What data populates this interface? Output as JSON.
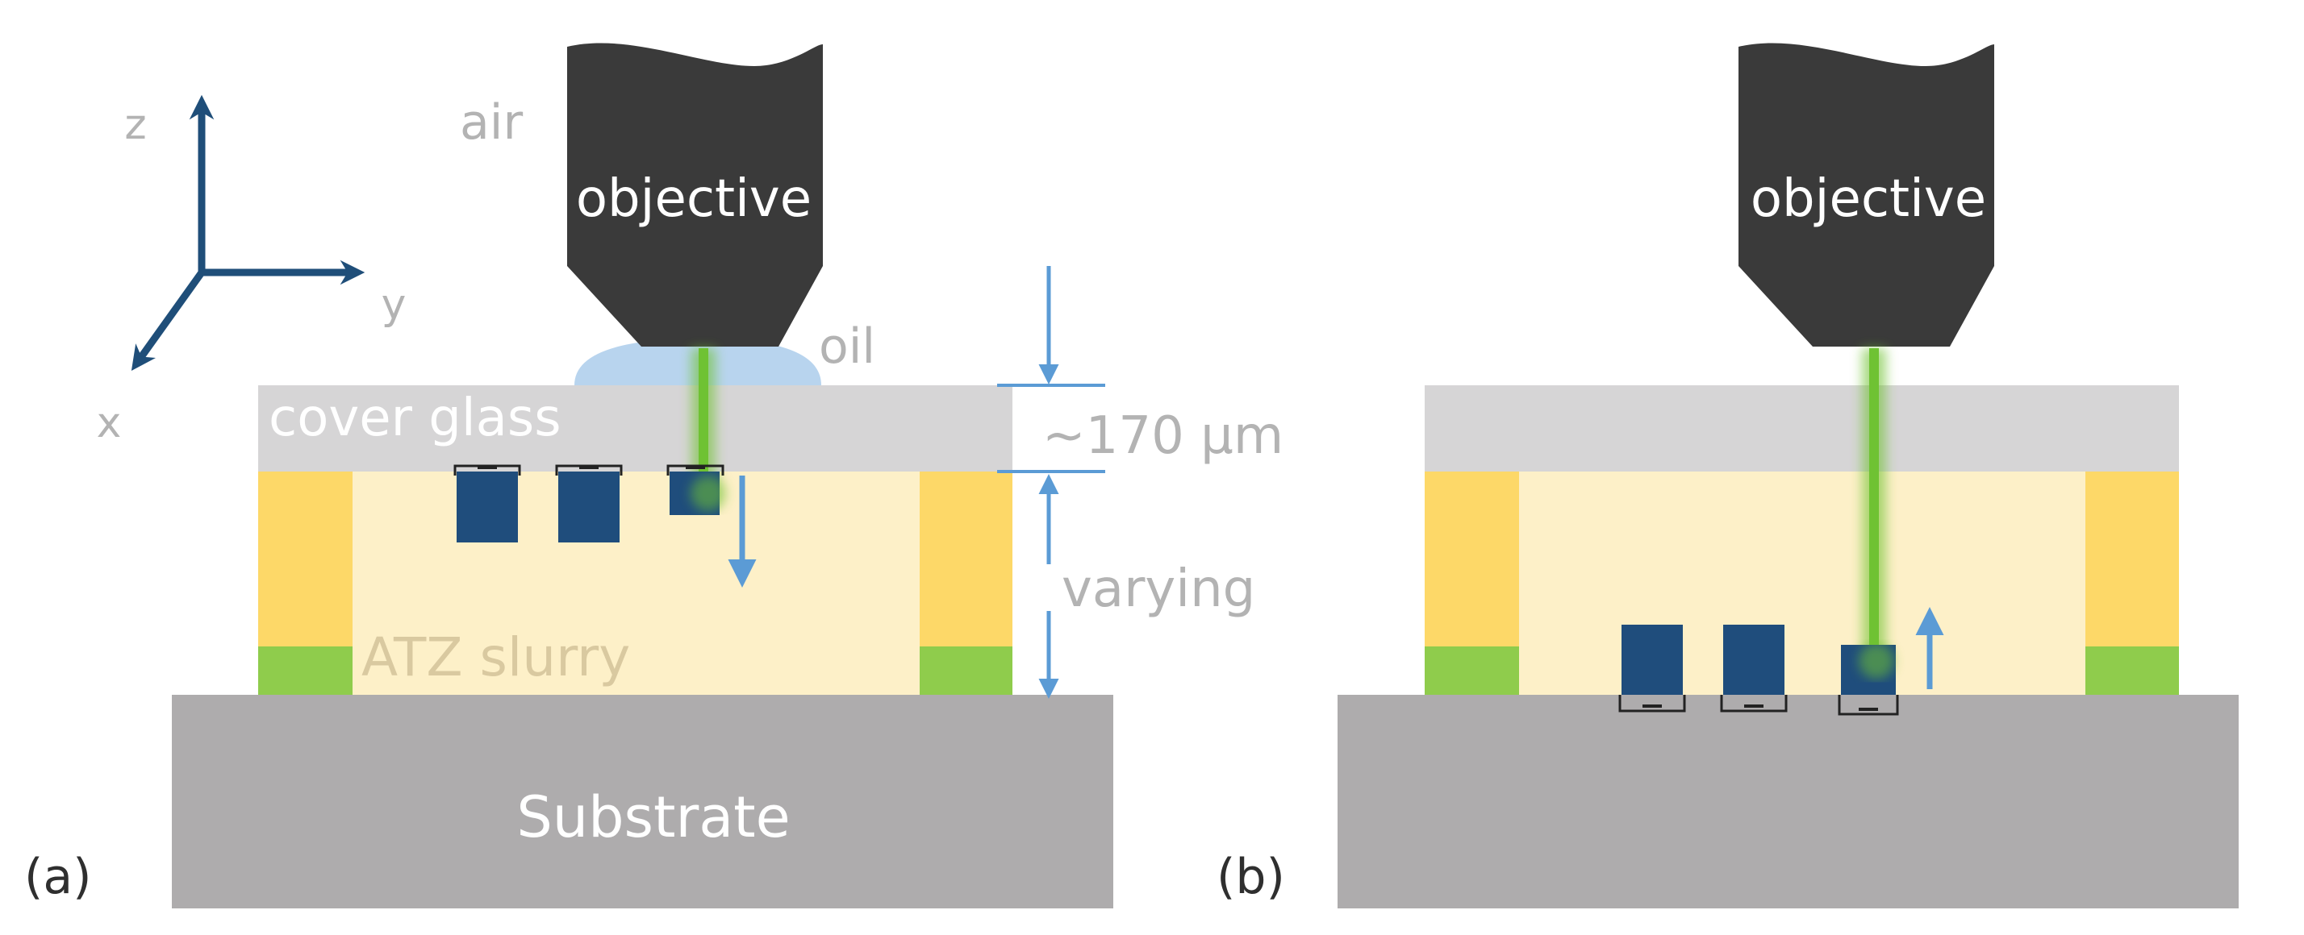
{
  "panels": {
    "a": {
      "label": "(a)",
      "objective": "objective",
      "air": "air",
      "oil": "oil",
      "cover_glass": "cover glass",
      "slurry": "ATZ slurry",
      "substrate": "Substrate",
      "thickness_glass": "~170 µm",
      "thickness_slurry": "varying"
    },
    "b": {
      "label": "(b)",
      "objective": "objective"
    }
  },
  "axes": {
    "x": "x",
    "y": "y",
    "z": "z"
  },
  "colors": {
    "objective": "#3a3a3a",
    "cover_glass": "#d6d5d6",
    "slurry": "#fdf0c8",
    "spacer": "#fdd868",
    "spacer_base": "#8fcc4c",
    "substrate": "#aeacad",
    "structure": "#1f4d7c",
    "arrow": "#5b9bd5",
    "axis": "#1f4e79",
    "laser": "#6fc233",
    "oil": "#b8d4ee"
  }
}
